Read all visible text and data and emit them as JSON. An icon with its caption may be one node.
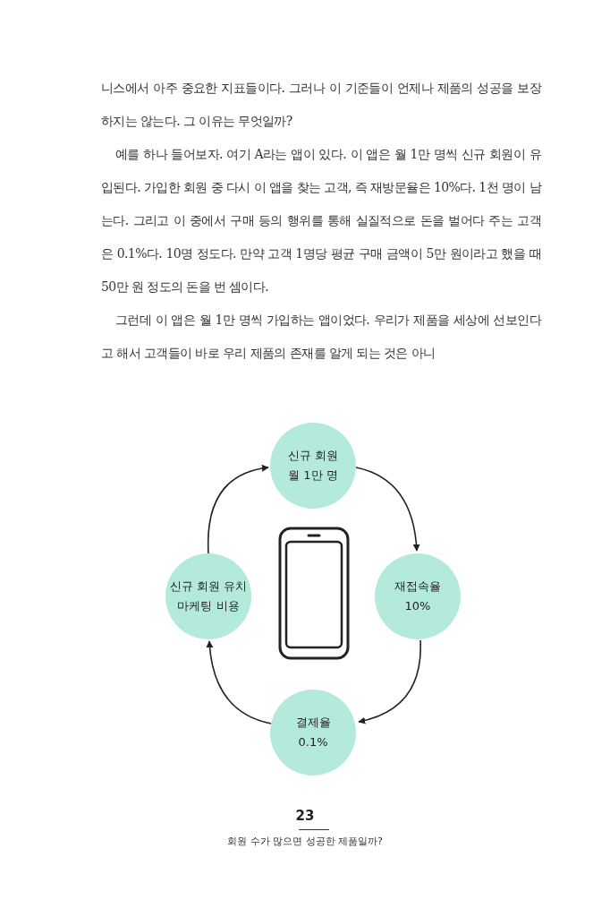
{
  "diagram": {
    "nodes": [
      {
        "text": [
          "신규 회원",
          "월 1만 명"
        ]
      },
      {
        "text": [
          "재접속율",
          "10%"
        ]
      },
      {
        "text": [
          "결제율",
          "0.1%"
        ]
      },
      {
        "text": [
          "신규 회원 유치",
          "마케팅 비용"
        ]
      }
    ],
    "edges": [
      {
        "from": 0,
        "to": 1,
        "arrow": "to"
      },
      {
        "from": 1,
        "to": 2,
        "arrow": "to"
      },
      {
        "from": 2,
        "to": 3,
        "arrow": "to"
      },
      {
        "from": 3,
        "to": 0,
        "arrow": "to"
      }
    ],
    "labels": [
      "니스에서 아주 중요한 지표들이다. 그러나 이 기준들이 언제나 제품의 성공을 보장하지는 않는다. 그 이유는 무엇일까?",
      "예를 하나 들어보자. 여기 A라는 앱이 있다. 이 앱은 월 1만 명씩 신규 회원이 유입된다. 가입한 회원 중 다시 이 앱을 찾는 고객, 즉 재방문율은 10%다. 1천 명이 남는다. 그리고 이 중에서 구매 등의 행위를 통해 실질적으로 돈을 벌어다 주는 고객은 0.1%다. 10명 정도다. 만약 고객 1명당 평균 구매 금액이 5만 원이라고 했을 때 50만 원 정도의 돈을 번 셈이다.",
      "그런데 이 앱은 월 1만 명씩 가입하는 앱이었다. 우리가 제품을 세상에 선보인다고 해서 고객들이 바로 우리 제품의 존재를 알게 되는 것은 아니",
      "23",
      "회원 수가 많으면 성공한 제품일까?"
    ]
  }
}
